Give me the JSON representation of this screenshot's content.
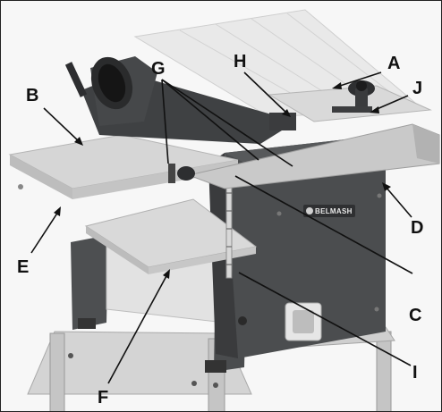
{
  "figure": {
    "callouts": {
      "a": "A",
      "b": "B",
      "c": "C",
      "d": "D",
      "e": "E",
      "f": "F",
      "g": "G",
      "h": "H",
      "i": "I",
      "j": "J"
    },
    "brand_text": "BELMASH",
    "colors": {
      "body": "#4b4d4f",
      "body_shade": "#3a3b3d",
      "table": "#d9d9d9",
      "table_edge": "#b8b8b8",
      "stand": "#c9c9c9",
      "background": "#f7f7f7"
    }
  }
}
